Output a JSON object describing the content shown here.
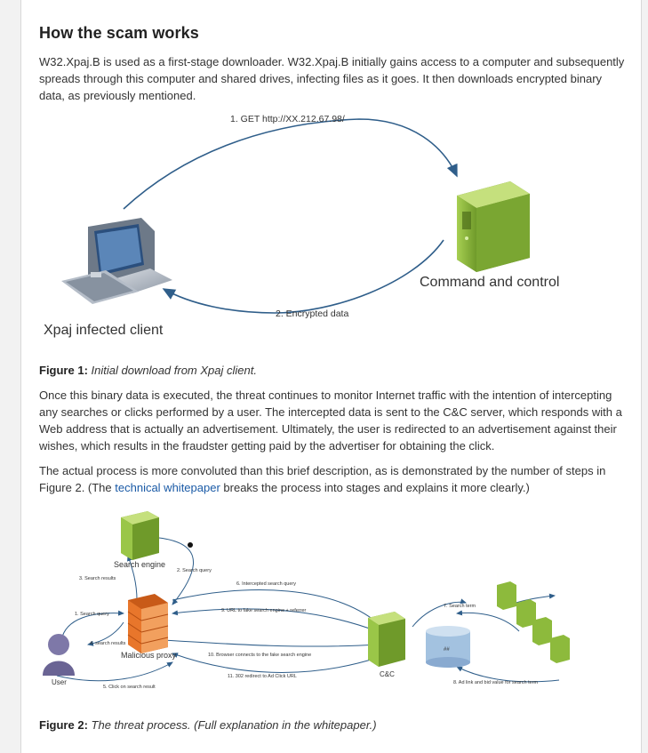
{
  "article": {
    "heading": "How the scam works",
    "paragraph1": "W32.Xpaj.B is used as a first-stage downloader. W32.Xpaj.B initially gains access to a computer and subsequently spreads through this computer and shared drives, infecting files as it goes. It then downloads encrypted binary data, as previously mentioned.",
    "figure1": {
      "arrow1_label": "1. GET http://XX.212.67.98/",
      "arrow2_label": "2. Encrypted data",
      "server_label": "Command and control",
      "client_label": "Xpaj infected client",
      "caption_prefix": "Figure 1:",
      "caption_text": "Initial download from Xpaj client."
    },
    "paragraph2": "Once this binary data is executed, the threat continues to monitor Internet traffic with the intention of intercepting any searches or clicks performed by a user. The intercepted data is sent to the C&C server, which responds with a Web address that is actually an advertisement. Ultimately, the user is redirected to an advertisement against their wishes, which results in the fraudster getting paid by the advertiser for obtaining the click.",
    "paragraph3_before": "The actual process is more convoluted than this brief description, as is demonstrated by the number of steps in Figure 2. (The ",
    "paragraph3_link": "technical whitepaper",
    "paragraph3_after": " breaks the process into stages and explains it more clearly.)",
    "figure2": {
      "search_engine": "Search engine",
      "malicious_proxy": "Malicious proxy",
      "user": "User",
      "cc": "C&C",
      "db_label": "##",
      "step1": "1. Search query",
      "step2": "2. Search query",
      "step3": "3. Search results",
      "step4": "4. search results",
      "step5": "5. Click on search result",
      "step6": "6. Intercepted search query",
      "step7": "7. Search term",
      "step8": "8. Ad link and bid value for search term",
      "step9": "9. URL to fake search engine + referrer",
      "step10": "10. Browser connects to the fake search engine",
      "step11": "11. 302 redirect to Ad Click URL",
      "caption_prefix": "Figure 2:",
      "caption_text": "The threat process. (Full explanation in the whitepaper.)"
    }
  },
  "colors": {
    "link": "#1a5aa6",
    "server_green": "#8dba3c",
    "arrow_blue": "#2f5e8a",
    "proxy_orange": "#e8762b",
    "user_purple": "#7e78a8"
  }
}
